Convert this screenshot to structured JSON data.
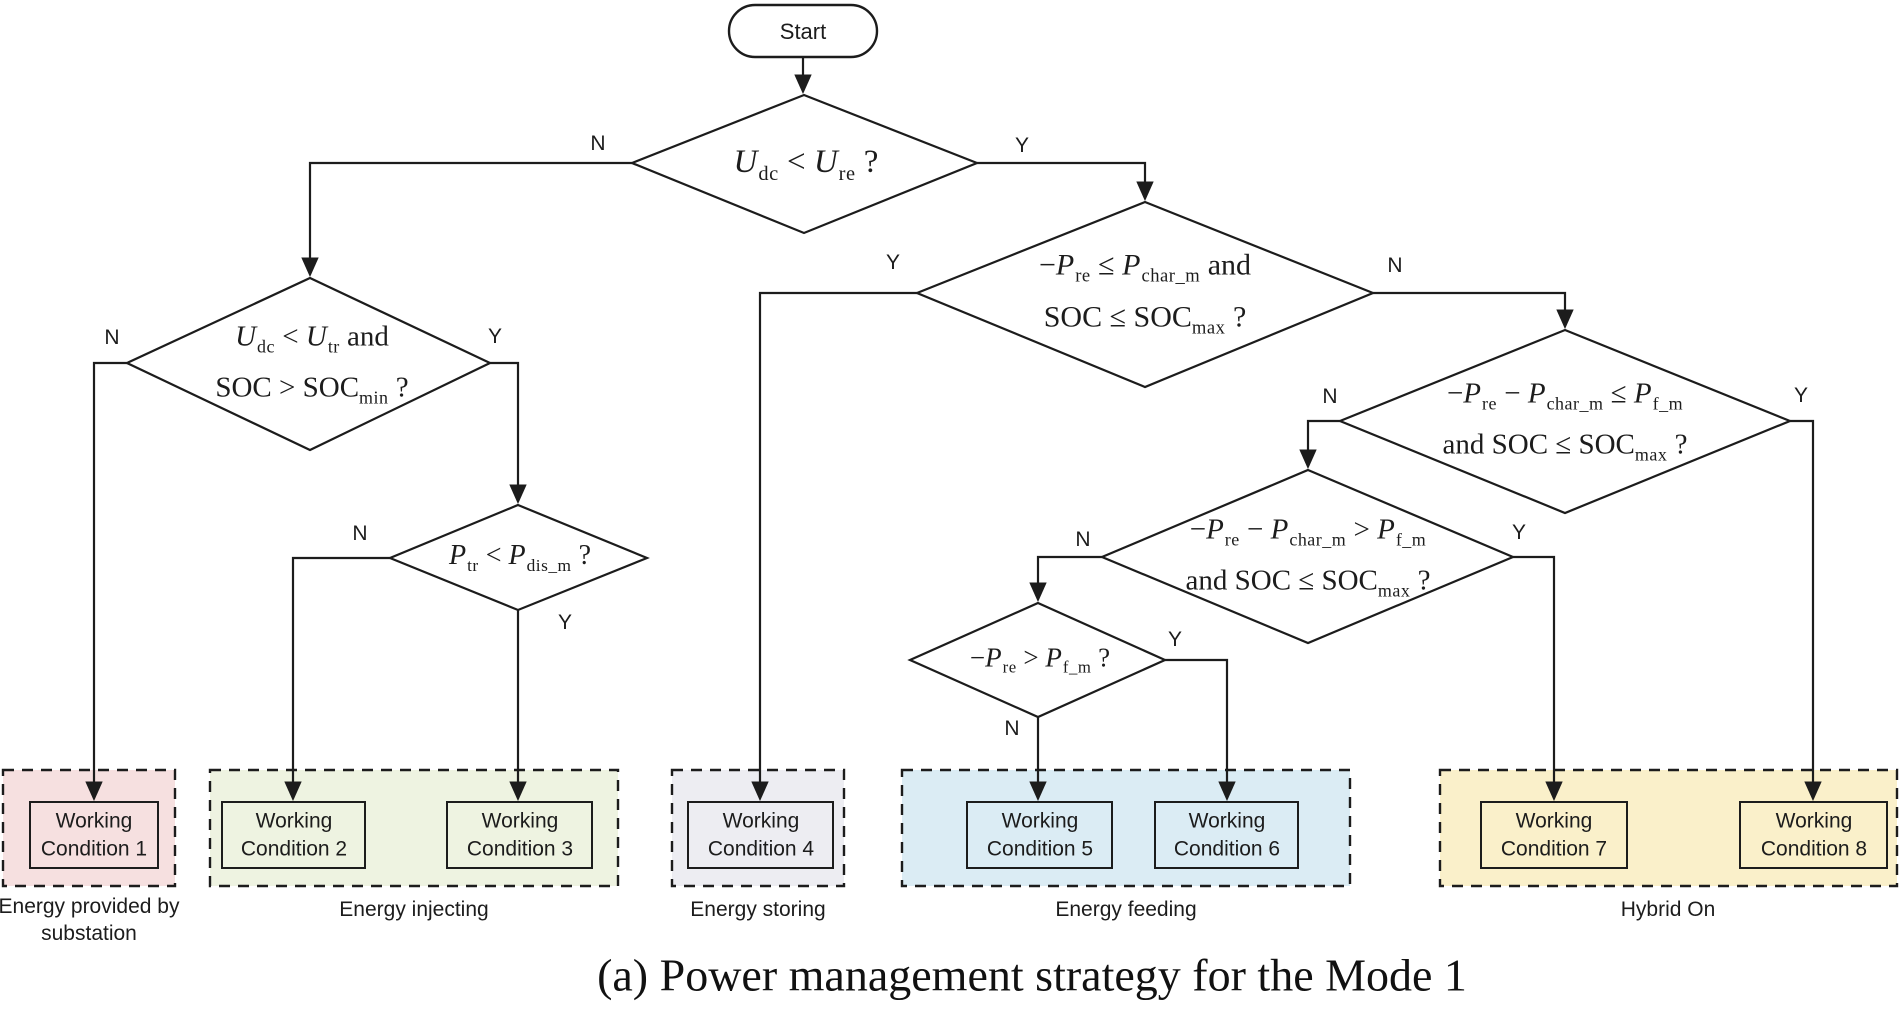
{
  "figure_caption": "(a) Power management strategy for the Mode 1",
  "start": {
    "label": "Start"
  },
  "branch_labels": {
    "yes": "Y",
    "no": "N"
  },
  "decisions": {
    "udc_ure": {
      "lines": [
        "*U*_{dc} < *U*_{re} ?"
      ]
    },
    "udc_utr_soc": {
      "lines": [
        "*U*_{dc} < *U*_{tr} and",
        "SOC > SOC_{min} ?"
      ]
    },
    "ptr_pdis": {
      "lines": [
        "*P*_{tr} < *P*_{dis_m} ?"
      ]
    },
    "pre_pchar_soc": {
      "lines": [
        "−*P*_{re} ≤ *P*_{char_m} and",
        "SOC ≤ SOC_{max} ?"
      ]
    },
    "pre_pchar_le_pfm": {
      "lines": [
        "−*P*_{re} − *P*_{char_m} ≤ *P*_{f_m}",
        "and SOC ≤ SOC_{max} ?"
      ]
    },
    "pre_pchar_gt_pfm": {
      "lines": [
        "−*P*_{re} − *P*_{char_m} > *P*_{f_m}",
        "and SOC ≤ SOC_{max} ?"
      ]
    },
    "pre_gt_pfm": {
      "lines": [
        "−*P*_{re} > *P*_{f_m} ?"
      ]
    }
  },
  "groups": [
    {
      "label": "Energy provided by substation",
      "fill": "#f6e0e0",
      "boxes": [
        "Working Condition 1"
      ]
    },
    {
      "label": "Energy injecting",
      "fill": "#eef3e1",
      "boxes": [
        "Working Condition 2",
        "Working Condition 3"
      ]
    },
    {
      "label": "Energy storing",
      "fill": "#ededf2",
      "boxes": [
        "Working Condition 4"
      ]
    },
    {
      "label": "Energy feeding",
      "fill": "#dbecf4",
      "boxes": [
        "Working Condition 5",
        "Working Condition 6"
      ]
    },
    {
      "label": "Hybrid On",
      "fill": "#faf0ca",
      "boxes": [
        "Working Condition 7",
        "Working Condition 8"
      ]
    }
  ],
  "line_color": "#1c1c1c"
}
